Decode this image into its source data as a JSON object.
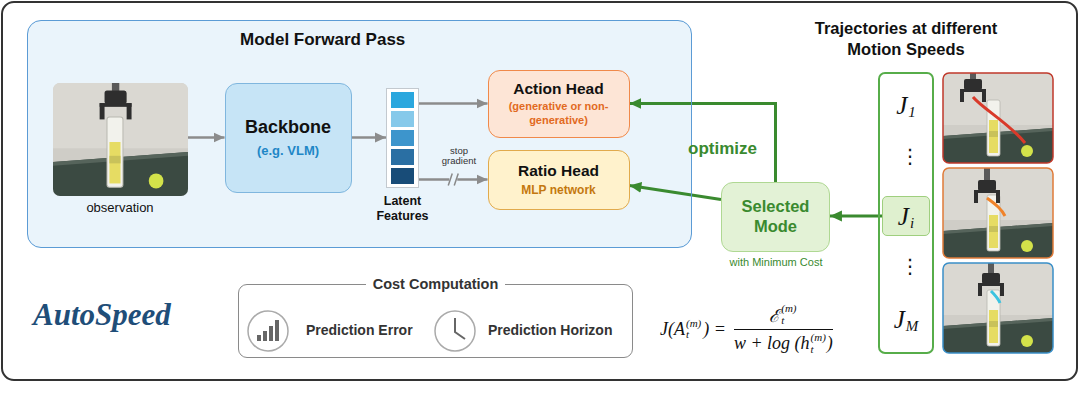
{
  "diagram": {
    "nodes": [
      {
        "text": [
          "Model Forward Pass"
        ]
      },
      {
        "text": [
          "observation"
        ],
        "in": 0
      },
      {
        "text": [
          "Backbone",
          "(e.g. VLM)"
        ],
        "in": 0
      },
      {
        "text": [
          "Latent Features"
        ],
        "in": 0
      },
      {
        "text": [
          "Action Head",
          "(generative or non-generative)"
        ],
        "in": 0
      },
      {
        "text": [
          "Ratio Head",
          "MLP network"
        ],
        "in": 0
      },
      {
        "text": [
          "Trajectories at different Motion Speeds"
        ]
      },
      {
        "text": [
          "J",
          "1"
        ],
        "in": 6
      },
      {
        "text": [
          "J",
          "i"
        ],
        "in": 6
      },
      {
        "text": [
          "J",
          "M"
        ],
        "in": 6
      },
      {
        "text": [
          "Selected Mode",
          "with Minimum Cost"
        ]
      },
      {
        "text": [
          "Cost Computation"
        ]
      }
    ],
    "edges": [
      {
        "from": 1,
        "to": 2,
        "arrow": "to"
      },
      {
        "from": 2,
        "to": 3,
        "arrow": "to"
      },
      {
        "from": 3,
        "to": 4,
        "arrow": "to"
      },
      {
        "from": 3,
        "to": 5,
        "arrow": "to",
        "label": "stop gradient"
      },
      {
        "from": 8,
        "to": 10,
        "arrow": "to"
      },
      {
        "from": 10,
        "to": 4,
        "arrow": "to",
        "label": "optimize"
      },
      {
        "from": 10,
        "to": 5,
        "arrow": "to"
      }
    ],
    "labels": [
      "AutoSpeed",
      "Prediction Error",
      "Prediction Horizon",
      "⋮",
      "⋮",
      "J(A",
      "t",
      "(m)",
      ") =",
      "ℰ",
      "t",
      "(m)",
      "w + log (h",
      "t",
      "(m)",
      ")"
    ]
  }
}
